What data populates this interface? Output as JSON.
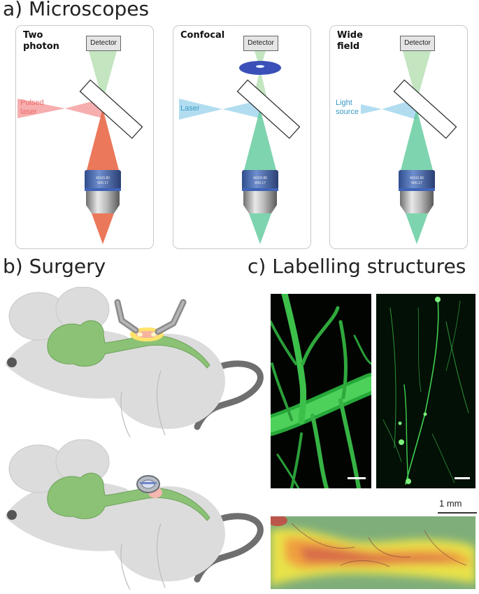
{
  "section_a": {
    "title": "a) Microscopes"
  },
  "microscopes": [
    {
      "title": "Two\nphoton",
      "detector": "Detector",
      "source": "Pulsed\nlaser",
      "source_color": "#ef6b6b"
    },
    {
      "title": "Confocal",
      "detector": "Detector",
      "source": "Laser",
      "source_color": "#4fb0d8"
    },
    {
      "title": "Wide\nfield",
      "detector": "Detector",
      "source": "Light\nsource",
      "source_color": "#4fb0d8"
    }
  ],
  "objective_text": "40X/0.80\nW/0.17",
  "section_b": {
    "title": "b) Surgery"
  },
  "section_c": {
    "title": "c) Labelling structures"
  },
  "scale_label": "1 mm",
  "colors": {
    "excitation_red": "#ef6b6b",
    "excitation_blue": "#7ec7e6",
    "emission_green": "#7fcf8e",
    "pinhole_blue": "#3a50b8",
    "brain_green": "#8cc276",
    "mouse_gray": "#dcdcdc"
  }
}
